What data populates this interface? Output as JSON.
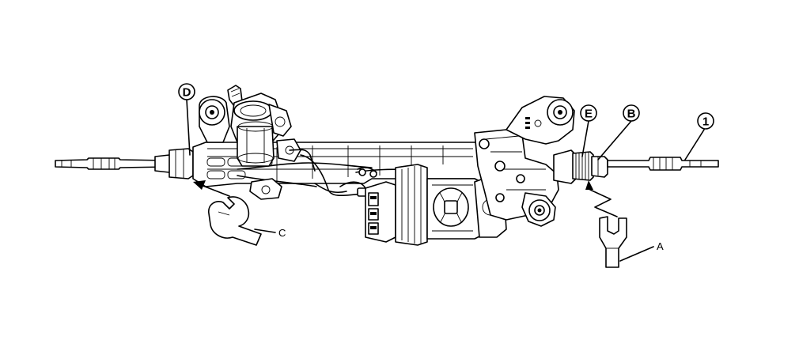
{
  "callouts": {
    "circled": [
      "D",
      "E",
      "B",
      "1"
    ],
    "plain": [
      "C",
      "A"
    ]
  },
  "labels": {
    "d": "D",
    "e": "E",
    "b": "B",
    "one": "1",
    "c": "C",
    "a": "A"
  },
  "colors": {
    "ink": "#000000",
    "paper": "#ffffff"
  },
  "icons": [
    "open-end-wrench",
    "tie-rod-holding-tool",
    "direction-arrow"
  ]
}
